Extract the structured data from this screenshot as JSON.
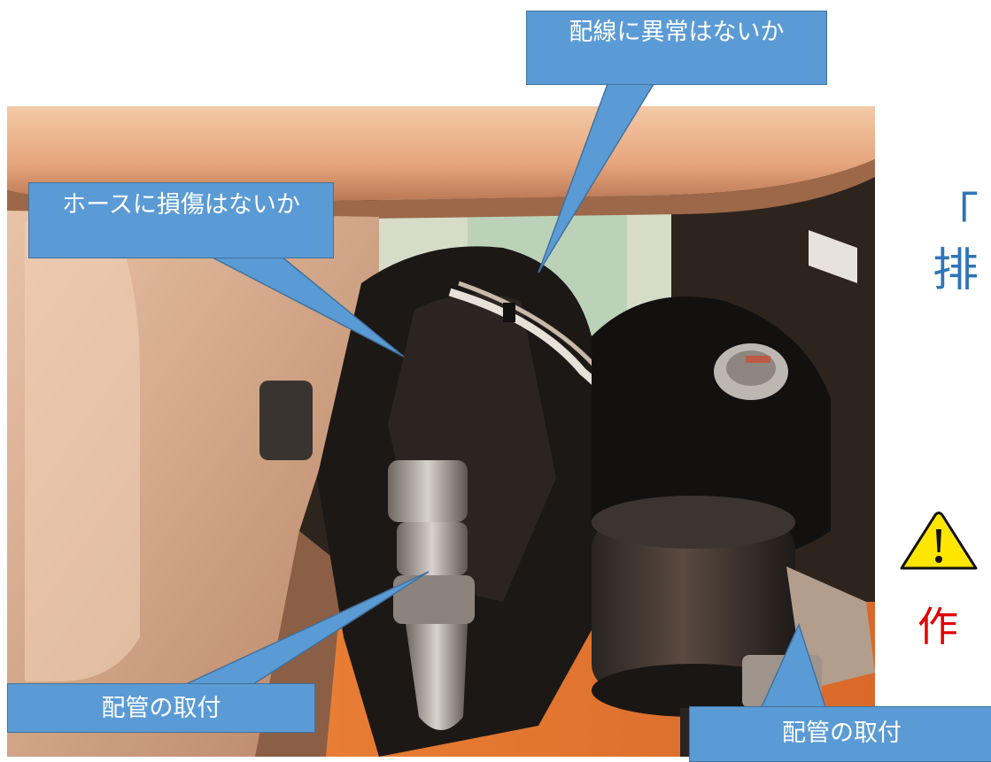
{
  "callouts": {
    "wiring": "配線に異常はないか",
    "hose": "ホースに損傷はないか",
    "pipe_left": "配管の取付",
    "pipe_right": "配管の取付"
  },
  "side_text": {
    "line1": "「",
    "line2": "排",
    "caution": "作"
  },
  "photo": {
    "alt_icon": "machine-underside-photo"
  },
  "colors": {
    "callout_fill": "#5b9bd5",
    "callout_border": "#41719c",
    "blue_text": "#2e75b6",
    "red_text": "#e00000",
    "warning_yellow": "#ffe600",
    "frame_orange": "#e8782c"
  }
}
